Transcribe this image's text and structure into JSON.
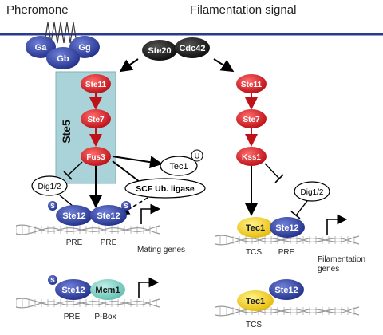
{
  "title_left": "Pheromone",
  "title_right": "Filamentation signal",
  "receptor": {
    "ga": "Ga",
    "gb": "Gb",
    "gg": "Gg"
  },
  "scaffold": "Ste5",
  "upstream": {
    "ste20": "Ste20",
    "cdc42": "Cdc42"
  },
  "mating_pathway": {
    "ste11": "Ste11",
    "ste7": "Ste7",
    "fus3": "Fus3",
    "dig": "Dig1/2",
    "tec1": "Tec1",
    "ub": "U",
    "scf": "SCF Ub. ligase",
    "s1": "S",
    "s2": "S",
    "ste12_a": "Ste12",
    "ste12_b": "Ste12",
    "pre1": "PRE",
    "pre2": "PRE",
    "genes": "Mating genes",
    "s3": "S",
    "ste12_c": "Ste12",
    "mcm1": "Mcm1",
    "pre3": "PRE",
    "pbox": "P-Box"
  },
  "filament_pathway": {
    "ste11": "Ste11",
    "ste7": "Ste7",
    "kss1": "Kss1",
    "dig": "Dig1/2",
    "tec1_a": "Tec1",
    "ste12_a": "Ste12",
    "tcs1": "TCS",
    "pre": "PRE",
    "genes_line1": "Filamentation",
    "genes_line2": "genes",
    "tec1_b": "Tec1",
    "ste12_b": "Ste12",
    "tcs2": "TCS"
  },
  "colors": {
    "membrane": "#2b3a8f",
    "red_node": "#d0141c",
    "blue_node": "#2e3e9e",
    "black_node": "#1a1a1a",
    "scaffold": "#a9d3d8",
    "yellow_node": "#f5d21a",
    "teal_node": "#7fd0c4"
  }
}
